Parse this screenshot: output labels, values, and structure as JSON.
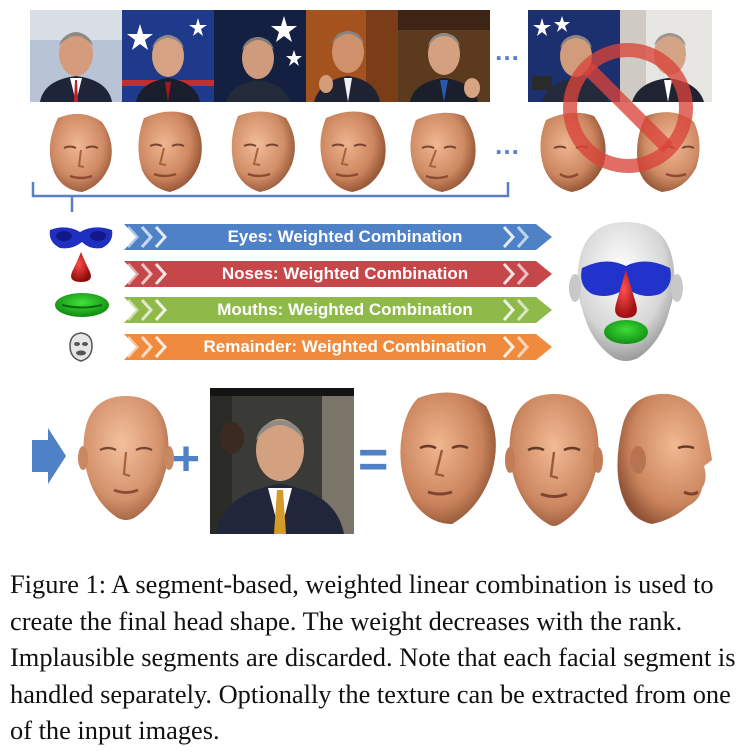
{
  "photos": {
    "ellipsis": "…"
  },
  "faces": {
    "ellipsis": "…"
  },
  "segments": [
    {
      "key": "eyes",
      "label": "Eyes: Weighted Combination",
      "color": "#4f81c7",
      "icon": "eyes-segment-icon"
    },
    {
      "key": "noses",
      "label": "Noses: Weighted Combination",
      "color": "#c6474a",
      "icon": "nose-segment-icon"
    },
    {
      "key": "mouths",
      "label": "Mouths: Weighted Combination",
      "color": "#8fba4a",
      "icon": "mouth-segment-icon"
    },
    {
      "key": "remainder",
      "label": "Remainder: Weighted Combination",
      "color": "#f08b3d",
      "icon": "head-remainder-icon"
    }
  ],
  "operators": {
    "plus": "+",
    "equals": "="
  },
  "colors": {
    "no_sign": "#d8443a",
    "accent": "#4f81c7",
    "skin": "#d99a76"
  },
  "caption": {
    "text": "Figure 1: A segment-based, weighted linear combination is used to create the final head shape. The weight decreases with the rank. Implausible segments are discarded. Note that each facial segment is handled separately. Optionally the texture can be extracted from one of the input images."
  }
}
